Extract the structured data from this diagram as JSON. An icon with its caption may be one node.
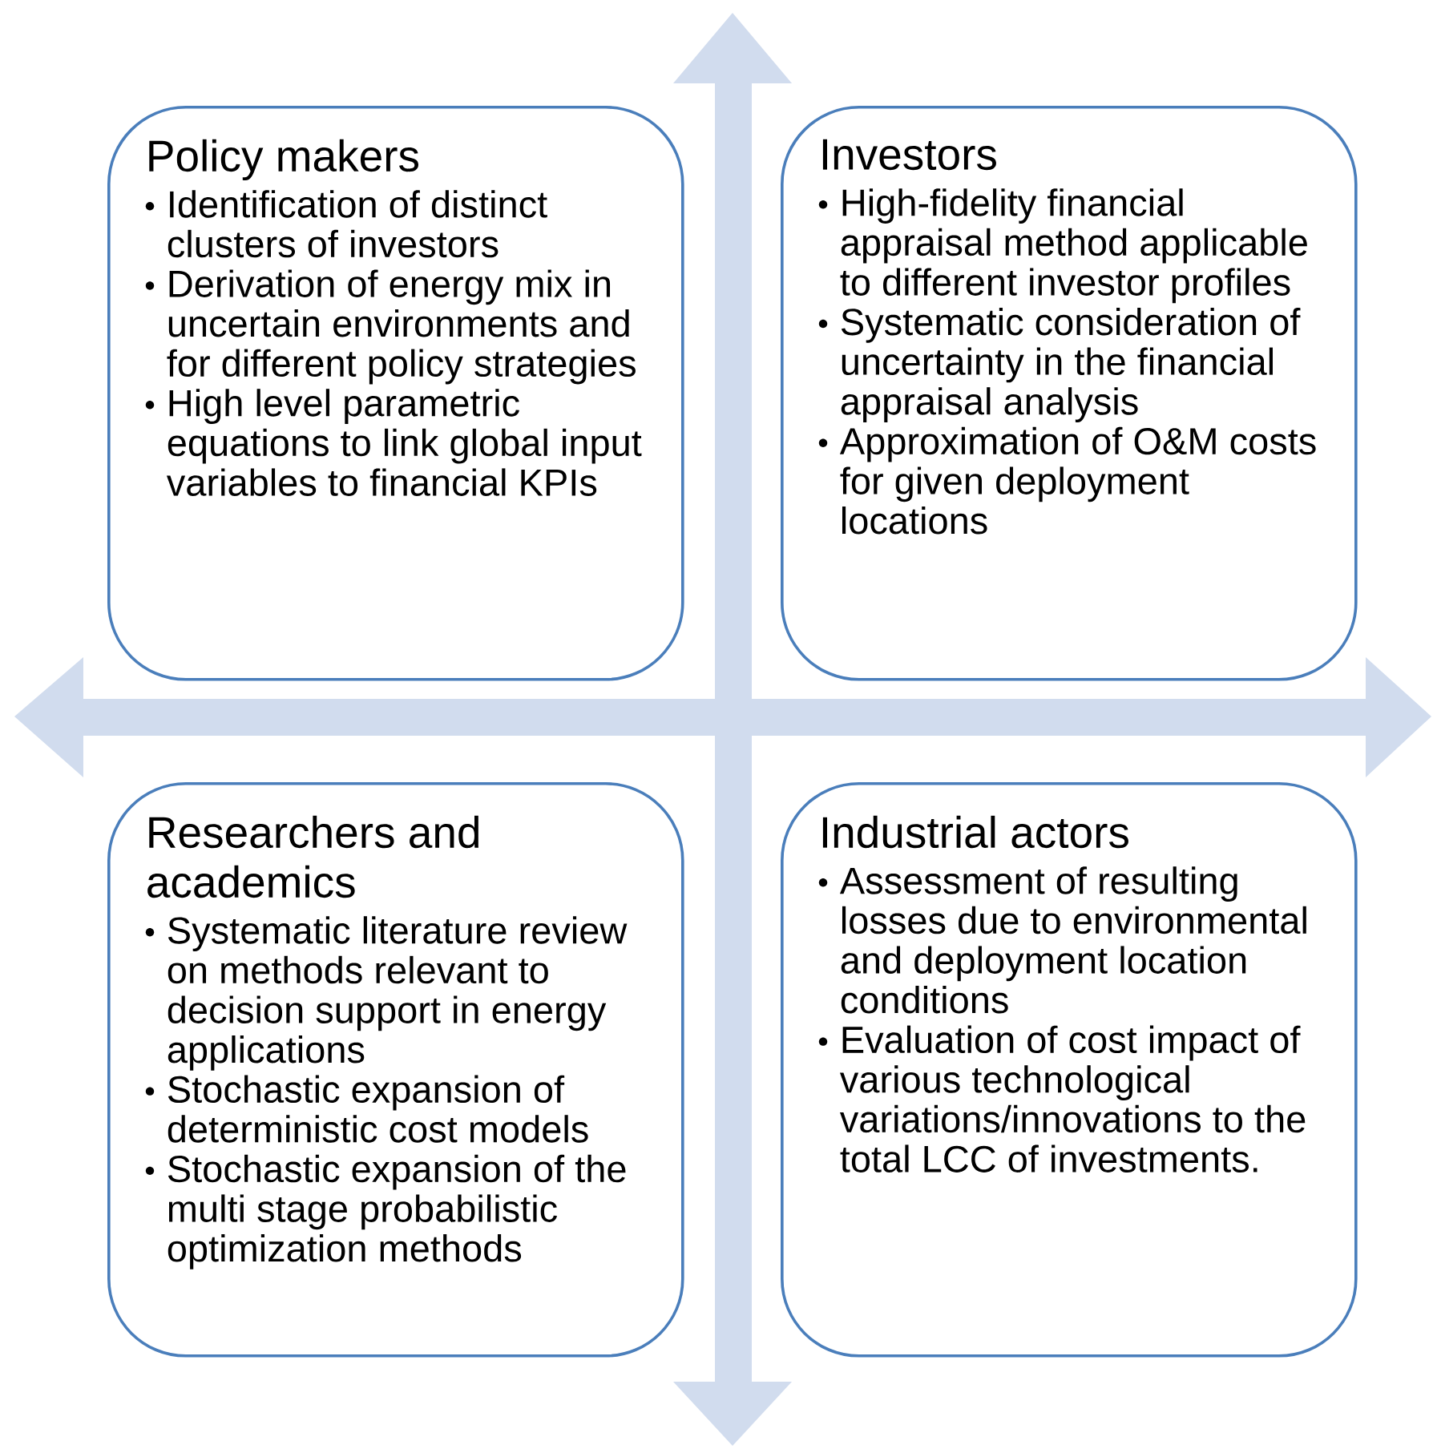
{
  "diagram": {
    "nodes": [
      {
        "text": [
          "Policy makers",
          "Identification of distinct clusters of investors",
          "Derivation of energy mix in uncertain environments and for different policy strategies",
          "High level parametric equations to link global input variables to financial KPIs"
        ]
      },
      {
        "text": [
          "Investors",
          "High-fidelity financial appraisal method applicable to different investor profiles",
          "Systematic consideration of uncertainty in the financial appraisal analysis",
          "Approximation of O&M costs for given deployment locations"
        ]
      },
      {
        "text": [
          "Researchers and academics",
          "Systematic literature review on methods relevant to decision support in energy applications",
          "Stochastic expansion of deterministic cost models",
          "Stochastic expansion of the multi stage probabilistic optimization methods"
        ]
      },
      {
        "text": [
          "Industrial actors",
          "Assessment of resulting losses due to environmental and deployment location conditions",
          "Evaluation of cost impact of various technological variations/innovations to the total LCC of investments."
        ]
      }
    ]
  }
}
